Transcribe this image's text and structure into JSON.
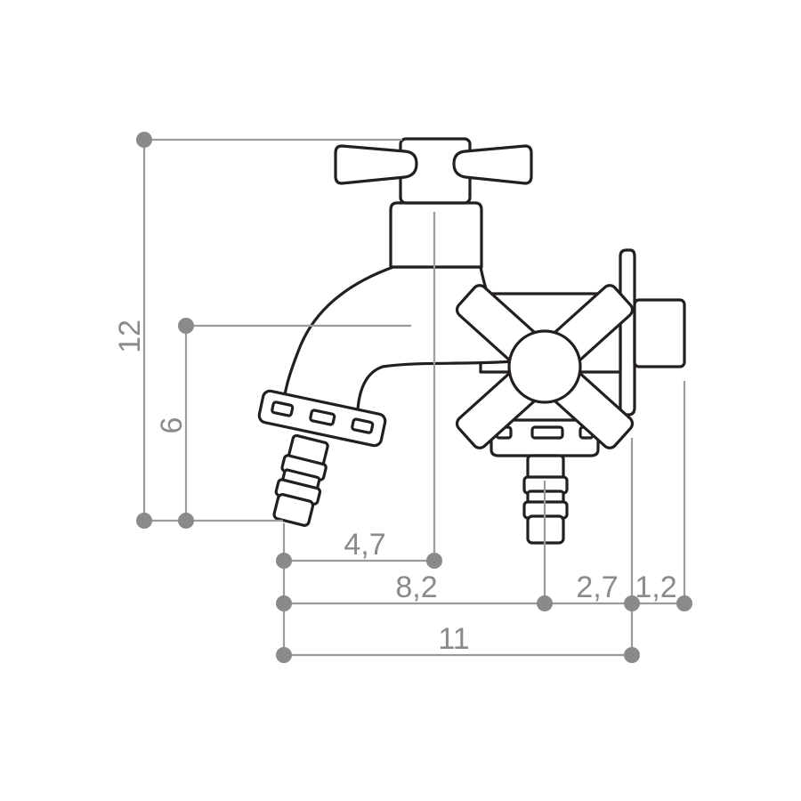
{
  "dimensions": {
    "height_total": "12",
    "height_outlet": "6",
    "width_spout_axis": "4,7",
    "width_second_outlet": "8,2",
    "width_side": "2,7",
    "width_wall": "1,2",
    "width_total": "11"
  },
  "colors": {
    "outline": "#231f20",
    "dimension": "#8a8a8a",
    "background": "#ffffff"
  }
}
